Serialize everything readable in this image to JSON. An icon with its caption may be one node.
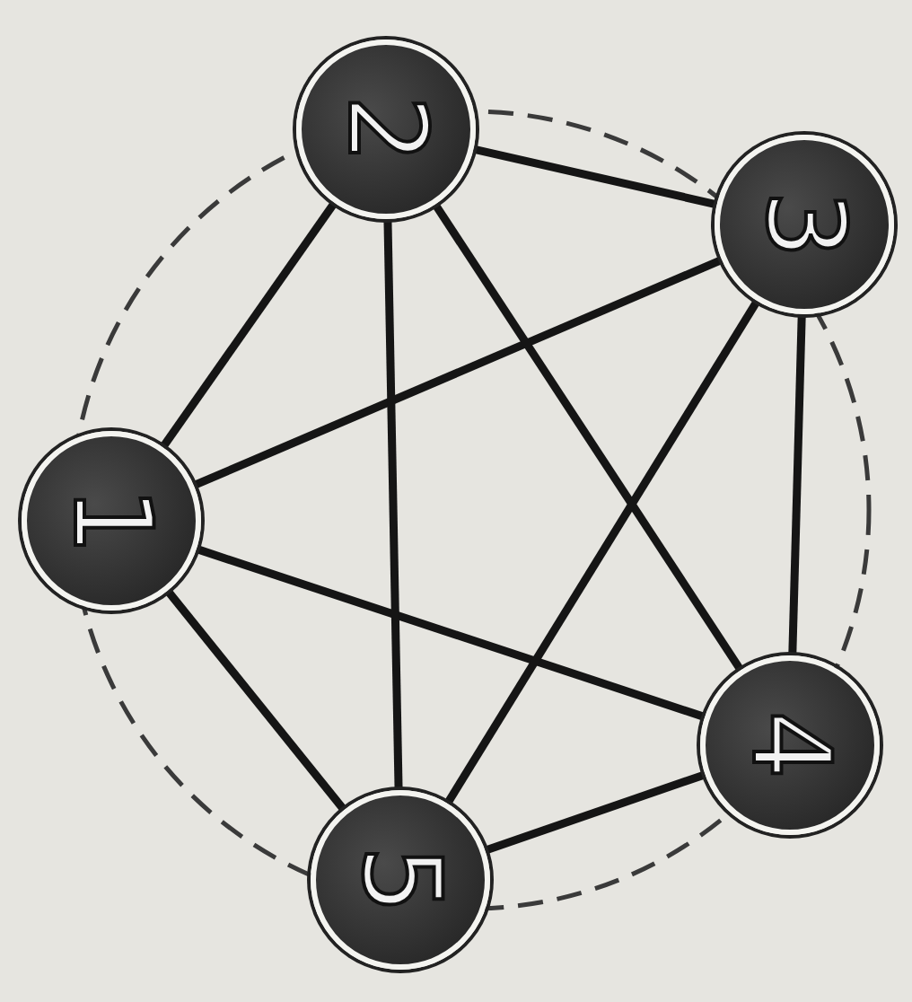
{
  "diagram": {
    "nodes": [
      {
        "text": [
          "1"
        ]
      },
      {
        "text": [
          "2"
        ]
      },
      {
        "text": [
          "3"
        ]
      },
      {
        "text": [
          "4"
        ]
      },
      {
        "text": [
          "5"
        ]
      }
    ],
    "edges": [
      {
        "from": 0,
        "to": 1,
        "arrow": "none"
      },
      {
        "from": 0,
        "to": 2,
        "arrow": "none"
      },
      {
        "from": 0,
        "to": 3,
        "arrow": "none"
      },
      {
        "from": 0,
        "to": 4,
        "arrow": "none"
      },
      {
        "from": 1,
        "to": 2,
        "arrow": "none"
      },
      {
        "from": 1,
        "to": 3,
        "arrow": "none"
      },
      {
        "from": 1,
        "to": 4,
        "arrow": "none"
      },
      {
        "from": 2,
        "to": 3,
        "arrow": "none"
      },
      {
        "from": 2,
        "to": 4,
        "arrow": "none"
      },
      {
        "from": 3,
        "to": 4,
        "arrow": "none"
      }
    ]
  }
}
